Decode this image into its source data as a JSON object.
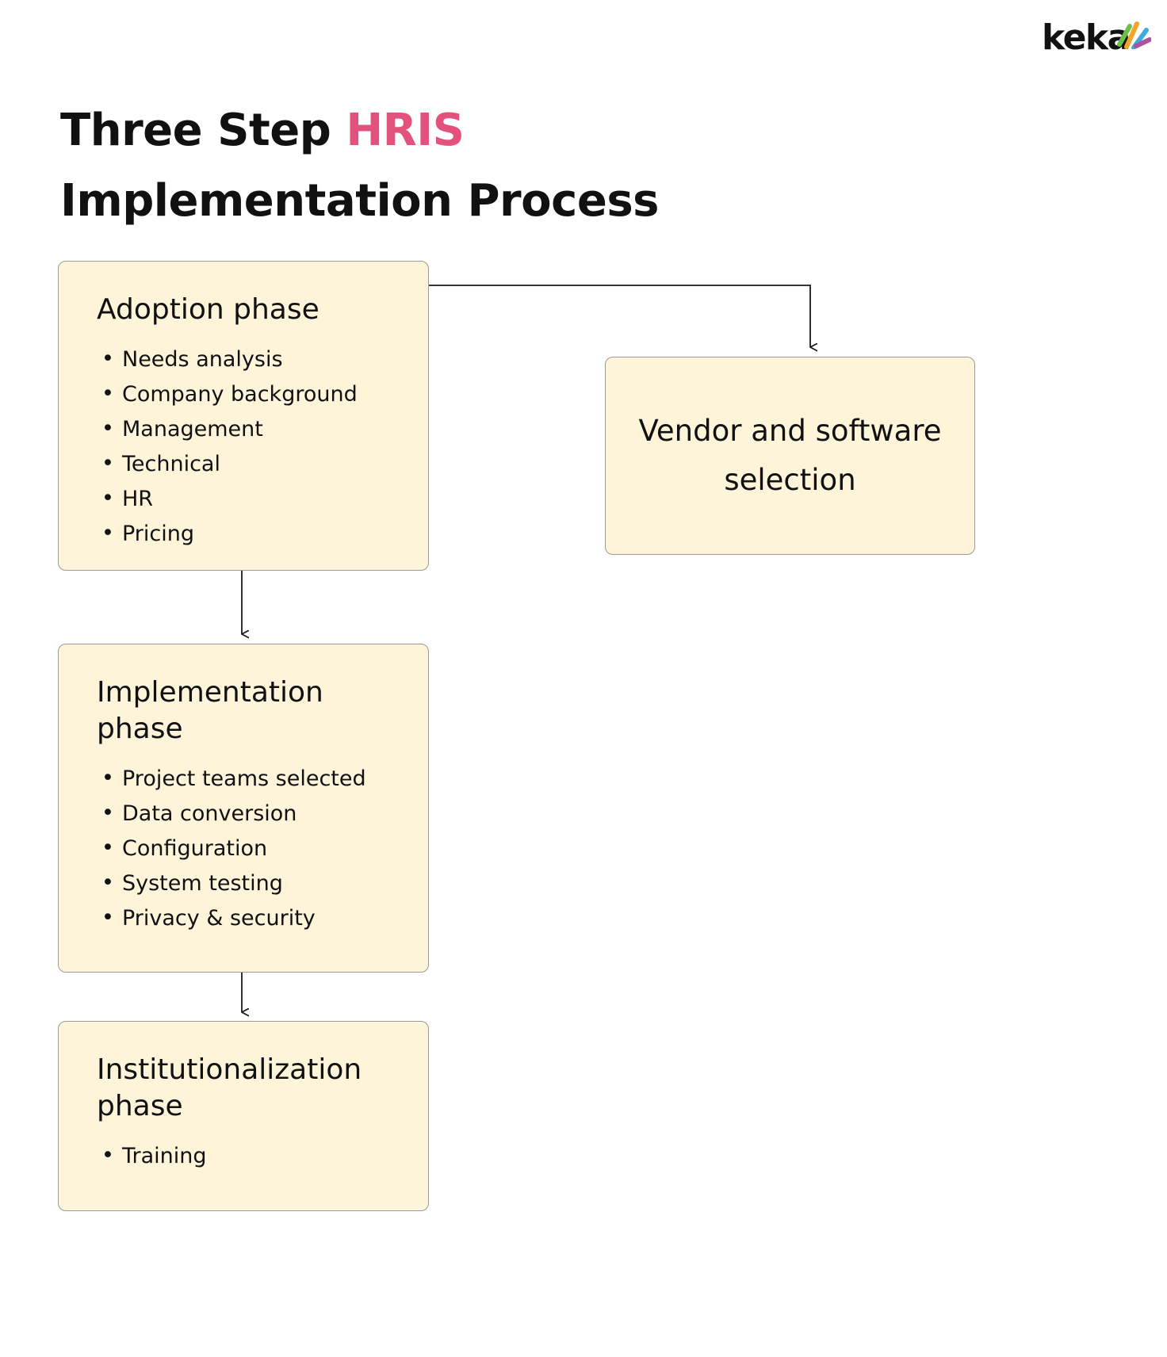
{
  "brand": {
    "name": "keka",
    "sparkle_colors": [
      "#6cbf4b",
      "#f0a52b",
      "#3fa9e0",
      "#a8559e"
    ]
  },
  "title": {
    "line1_before": "Three Step ",
    "line1_accent": "HRIS",
    "line2": "Implementation Process",
    "accent_color": "#e3527d"
  },
  "diagram": {
    "box_fill": "#fdf4da",
    "box_border": "#9b9b93",
    "nodes": [
      {
        "id": "adoption",
        "title": "Adoption phase",
        "items": [
          "Needs analysis",
          "Company background",
          "Management",
          "Technical",
          "HR",
          "Pricing"
        ]
      },
      {
        "id": "implementation",
        "title": "Implementation phase",
        "items": [
          "Project teams selected",
          "Data conversion",
          "Configuration",
          "System testing",
          "Privacy & security"
        ]
      },
      {
        "id": "institutionalization",
        "title": "Institutionalization phase",
        "items": [
          "Training"
        ]
      },
      {
        "id": "vendor",
        "title": "Vendor and software selection",
        "items": []
      }
    ],
    "connectors": [
      {
        "from": "adoption",
        "to": "vendor",
        "style": "elbow-right-down"
      },
      {
        "from": "adoption",
        "to": "implementation",
        "style": "straight-down"
      },
      {
        "from": "implementation",
        "to": "institutionalization",
        "style": "straight-down"
      }
    ]
  }
}
